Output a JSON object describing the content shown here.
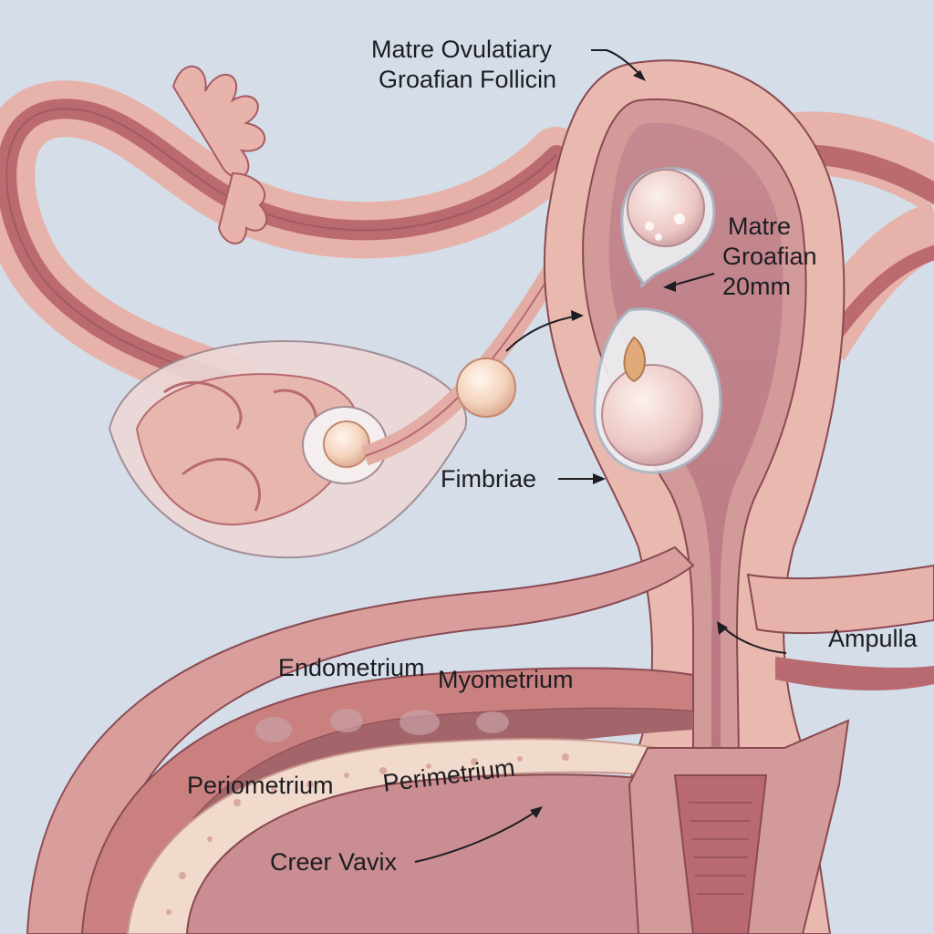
{
  "labels": {
    "top_follicle": {
      "line1": "Matre Ovulatiary",
      "line2": "Groafian Follicin"
    },
    "mature_follicle": {
      "line1": "Matre",
      "line2": "Groafian",
      "line3": "20mm"
    },
    "fimbriae": "Fimbriae",
    "ampulla": "Ampulla",
    "endometrium": "Endometrium",
    "myometrium": "Myometrium",
    "periometrium": "Periometrium",
    "perimetrium": "Perimetrium",
    "cervix": "Creer Vavix"
  },
  "colors": {
    "background": "#d4dde8",
    "tissue_light": "#e8b9b0",
    "tissue_mid": "#d08a86",
    "tissue_dark": "#b35f66",
    "cavity": "#c98c92",
    "follicle": "#f4dcd2",
    "outline": "#8a4a52"
  }
}
